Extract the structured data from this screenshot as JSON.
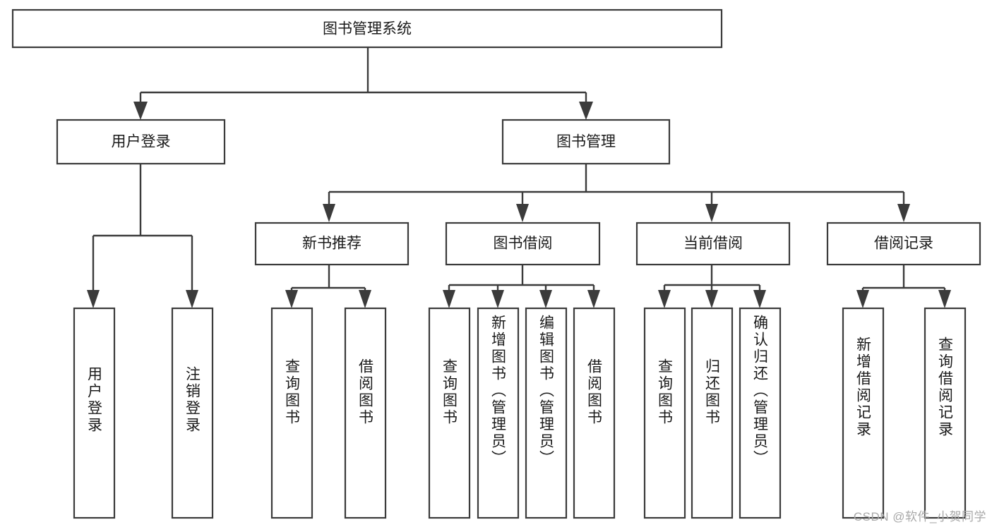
{
  "diagram": {
    "type": "tree-hierarchy",
    "title": "图书管理系统",
    "watermark": "CSDN @软件_小贺同学",
    "colors": {
      "box_stroke": "#3b3b3b",
      "box_fill": "#ffffff",
      "connector": "#3b3b3b",
      "text": "#1a1a1a",
      "watermark": "#a8a8a8",
      "background": "#ffffff"
    },
    "levels": {
      "level1": [
        {
          "id": "root",
          "label": "图书管理系统"
        }
      ],
      "level2": [
        {
          "id": "user-login",
          "label": "用户登录",
          "parent": "root"
        },
        {
          "id": "book-manage",
          "label": "图书管理",
          "parent": "root"
        }
      ],
      "level3": [
        {
          "id": "new-book-rec",
          "label": "新书推荐",
          "parent": "book-manage"
        },
        {
          "id": "book-borrow",
          "label": "图书借阅",
          "parent": "book-manage"
        },
        {
          "id": "current-borrow",
          "label": "当前借阅",
          "parent": "book-manage"
        },
        {
          "id": "borrow-record",
          "label": "借阅记录",
          "parent": "book-manage"
        }
      ],
      "leaves": [
        {
          "id": "leaf-user-login",
          "label": "用户登录",
          "parent": "user-login"
        },
        {
          "id": "leaf-user-logout",
          "label": "注销登录",
          "parent": "user-login"
        },
        {
          "id": "leaf-query-book-1",
          "label": "查询图书",
          "parent": "new-book-rec"
        },
        {
          "id": "leaf-borrow-book-1",
          "label": "借阅图书",
          "parent": "new-book-rec"
        },
        {
          "id": "leaf-query-book-2",
          "label": "查询图书",
          "parent": "book-borrow"
        },
        {
          "id": "leaf-add-book",
          "label": "新增图书（管理员）",
          "parent": "book-borrow"
        },
        {
          "id": "leaf-edit-book",
          "label": "编辑图书（管理员）",
          "parent": "book-borrow"
        },
        {
          "id": "leaf-borrow-book-2",
          "label": "借阅图书",
          "parent": "book-borrow"
        },
        {
          "id": "leaf-query-book-3",
          "label": "查询图书",
          "parent": "current-borrow"
        },
        {
          "id": "leaf-return-book",
          "label": "归还图书",
          "parent": "current-borrow"
        },
        {
          "id": "leaf-confirm-return",
          "label": "确认归还（管理员）",
          "parent": "current-borrow"
        },
        {
          "id": "leaf-add-record",
          "label": "新增借阅记录",
          "parent": "borrow-record"
        },
        {
          "id": "leaf-query-record",
          "label": "查询借阅记录",
          "parent": "borrow-record"
        }
      ]
    }
  }
}
